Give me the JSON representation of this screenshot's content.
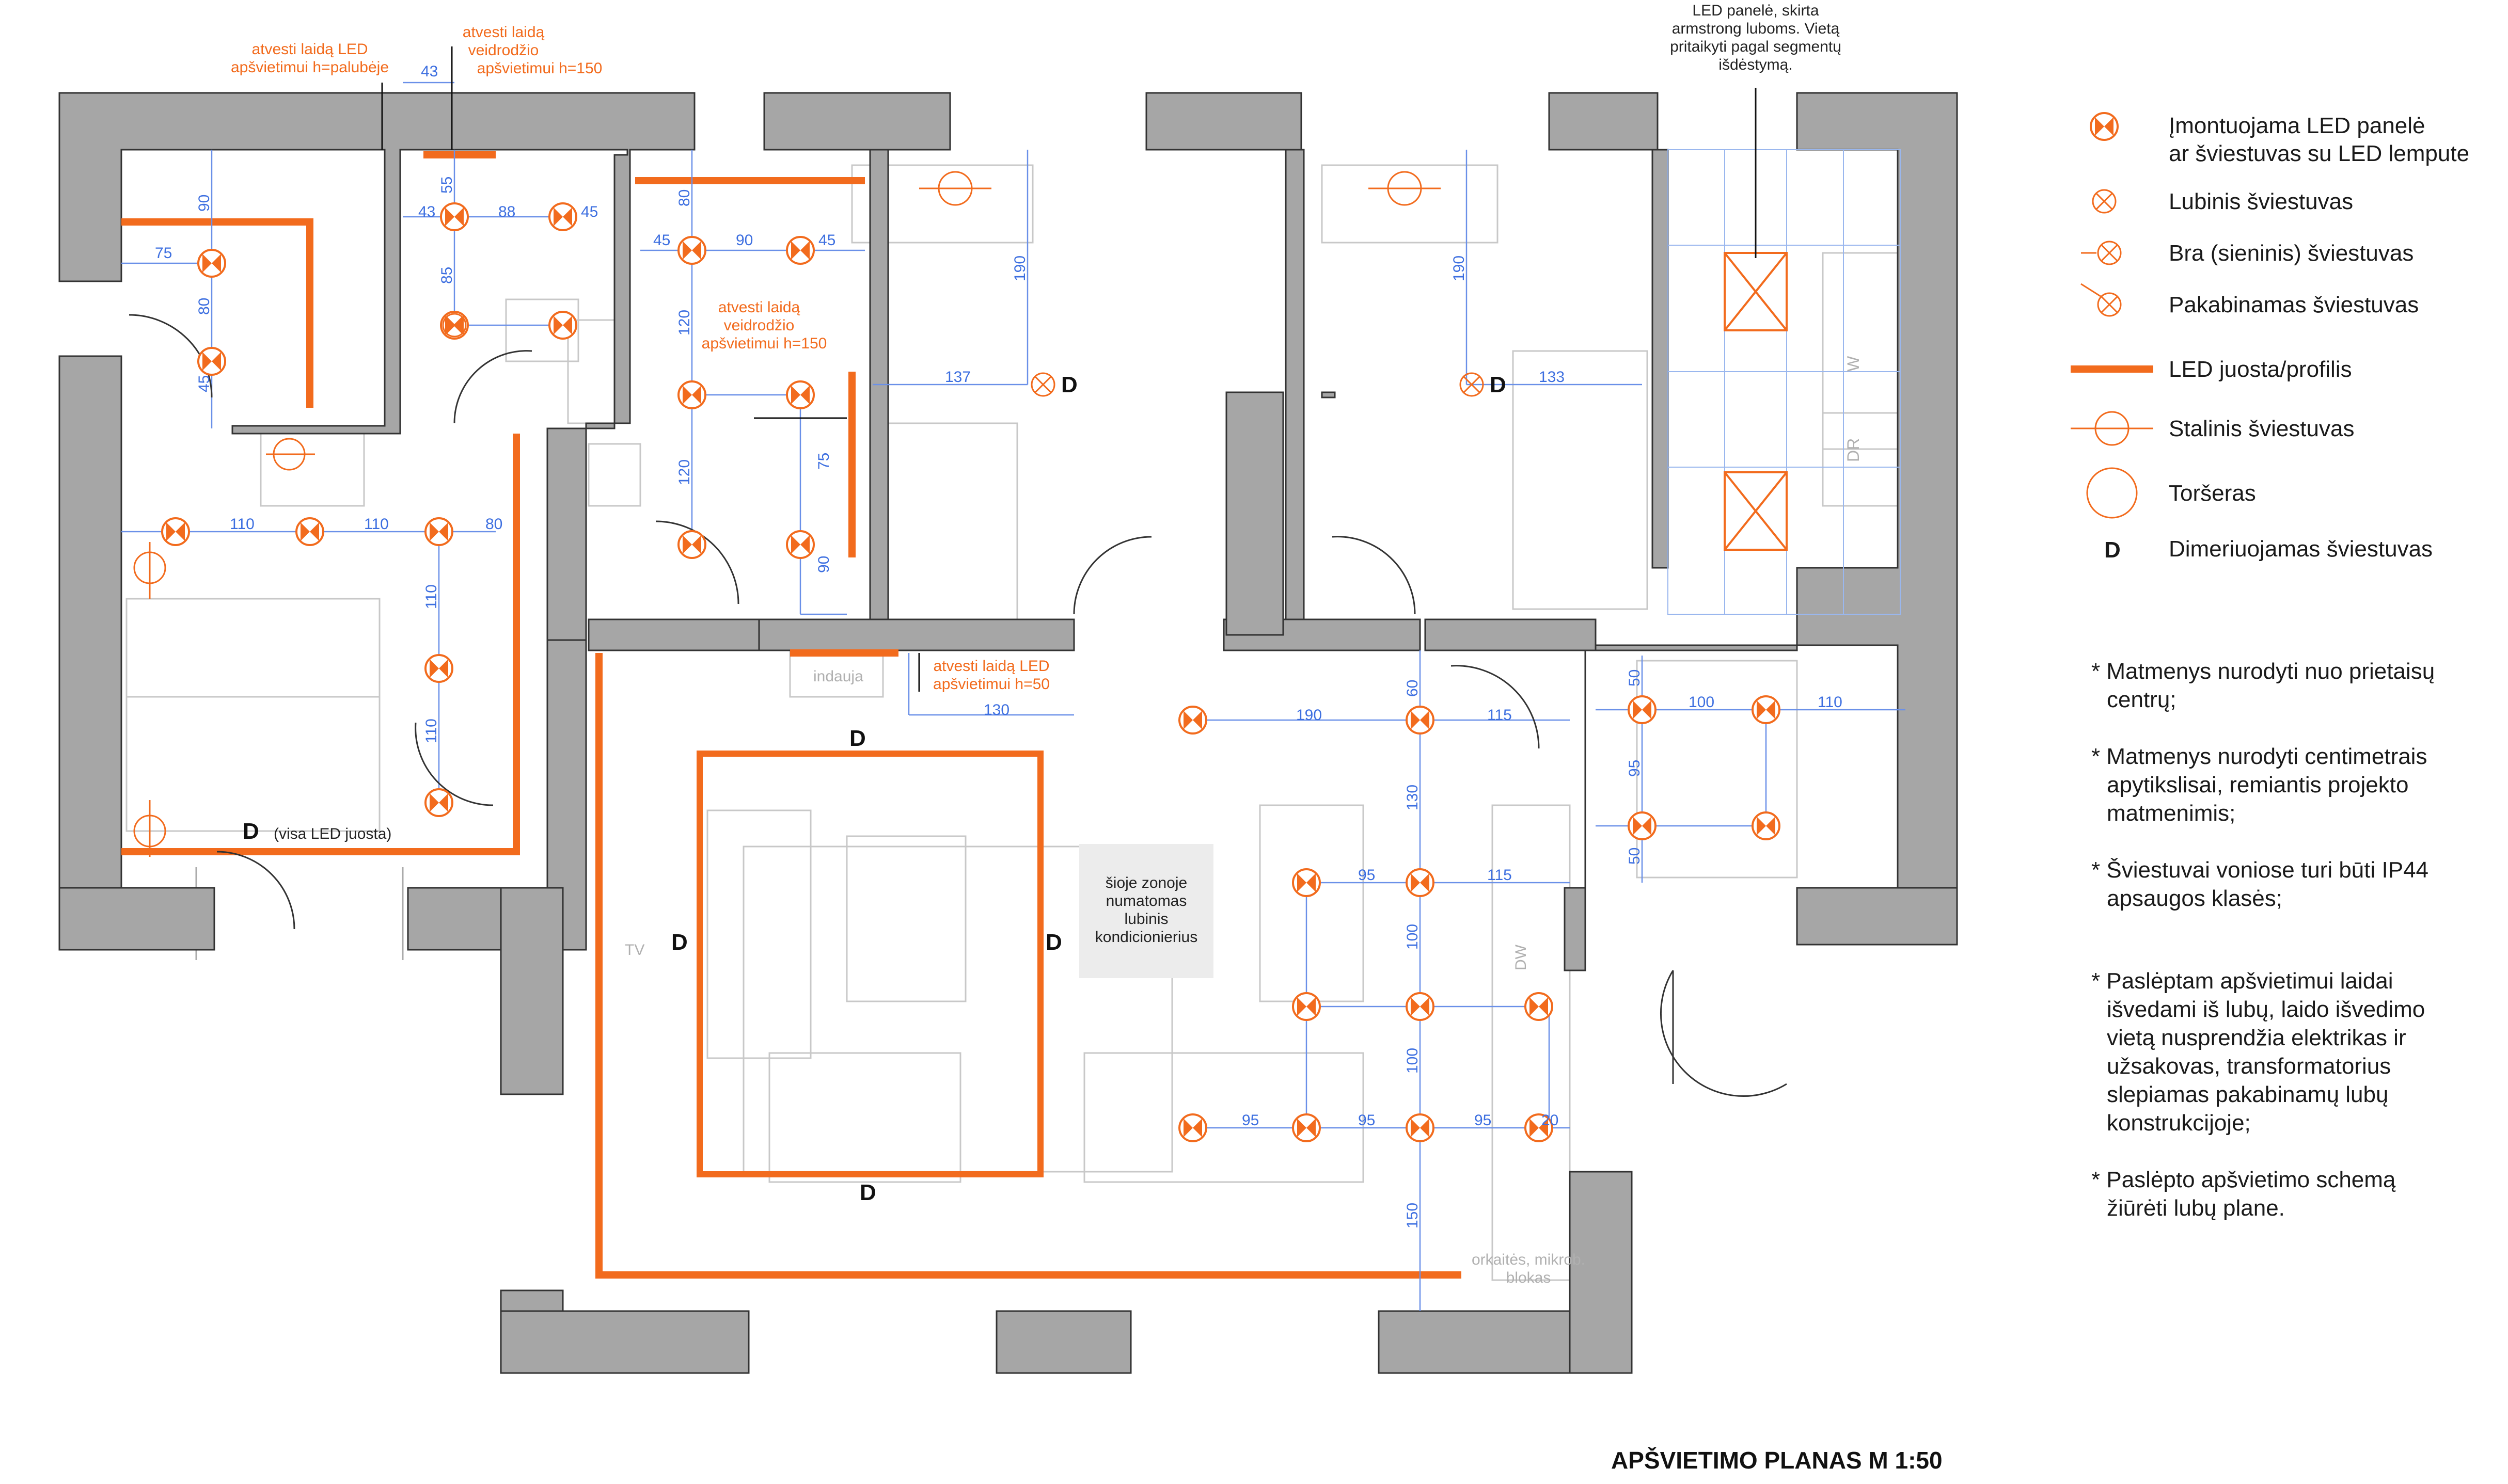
{
  "title": "APŠVIETIMO PLANAS M 1:50",
  "colors": {
    "wall": "#a6a6a6",
    "led": "#f26b1d",
    "dim": "#3d6fe0",
    "furniture": "#c8c8c8",
    "text": "#1a1a1a"
  },
  "legend": [
    {
      "icon": "recessed-led-panel-icon",
      "lines": [
        "Įmontuojama LED panelė",
        "ar šviestuvas su LED lempute"
      ]
    },
    {
      "icon": "ceiling-light-icon",
      "lines": [
        "Lubinis šviestuvas"
      ]
    },
    {
      "icon": "wall-light-icon",
      "lines": [
        "Bra (sieninis) šviestuvas"
      ]
    },
    {
      "icon": "pendant-light-icon",
      "lines": [
        "Pakabinamas šviestuvas"
      ]
    },
    {
      "icon": "led-strip-icon",
      "lines": [
        "LED juosta/profilis"
      ]
    },
    {
      "icon": "table-lamp-icon",
      "lines": [
        "Stalinis šviestuvas"
      ]
    },
    {
      "icon": "floor-lamp-icon",
      "lines": [
        "Toršeras"
      ]
    },
    {
      "icon": "dimmer-icon",
      "lines": [
        "Dimeriuojamas šviestuvas"
      ]
    }
  ],
  "legend_dimmer_letter": "D",
  "notes": [
    [
      "* Matmenys nurodyti nuo prietaisų",
      "centrų;"
    ],
    [
      "* Matmenys nurodyti centimetrais",
      "apytikslisai, remiantis projekto",
      "matmenimis;"
    ],
    [
      "* Šviestuvai voniose turi būti IP44",
      "apsaugos klasės;"
    ],
    [
      "* Paslėptam apšvietimui laidai",
      "išvedami iš lubų, laido išvedimo",
      "vietą nusprendžia elektrikas ir",
      "užsakovas, transformatorius",
      "slepiamas pakabinamų lubų",
      "konstrukcijoje;"
    ],
    [
      "* Paslėpto apšvietimo schemą",
      "žiūrėti lubų plane."
    ]
  ],
  "annotations": {
    "led_mirror_1": [
      "atvesti laidą LED",
      "apšvietimui h=palubėje"
    ],
    "led_mirror_2": [
      "atvesti laidą",
      "veidrodžio",
      "apšvietimui h=150"
    ],
    "led_mirror_3": [
      "atvesti laidą",
      "veidrodžio",
      "apšvietimui h=150"
    ],
    "led_50": [
      "atvesti laidą LED",
      "apšvietimui h=50"
    ],
    "armstrong": [
      "LED panelė, skirta",
      "armstrong luboms. Vietą",
      "pritaikyti pagal segmentų",
      "išdėstymą."
    ],
    "ac": [
      "šioje zonoje",
      "numatomas",
      "lubinis",
      "kondicionierius"
    ],
    "bed_led": "(visa LED juosta)",
    "indauja": "indauja",
    "tv": "TV",
    "dw": "DW",
    "oven": [
      "orkaitės, mikrob.",
      "blokas"
    ],
    "w": "W",
    "dr": "DR"
  },
  "dims": {
    "d43a": "43",
    "d55": "55",
    "d43b": "43",
    "d88": "88",
    "d45a": "45",
    "d85": "85",
    "d90a": "90",
    "d75a": "75",
    "d80a": "80",
    "d45b": "45",
    "d80b": "80",
    "d45c": "45",
    "d90b": "90",
    "d45d": "45",
    "d120a": "120",
    "d120b": "120",
    "d75b": "75",
    "d90c": "90",
    "d190a": "190",
    "d137": "137",
    "d190b": "190",
    "d133": "133",
    "d110a": "110",
    "d110b": "110",
    "d80c": "80",
    "d110c": "110",
    "d110d": "110",
    "d130a": "130",
    "d60": "60",
    "d190c": "190",
    "d115a": "115",
    "d130b": "130",
    "d95a": "95",
    "d115b": "115",
    "d100a": "100",
    "d100b": "100",
    "d150": "150",
    "d95b": "95",
    "d95c": "95",
    "d95d": "95",
    "d20": "20",
    "d50a": "50",
    "d100c": "100",
    "d110e": "110",
    "d95e": "95",
    "d50b": "50"
  },
  "dimmer_labels": [
    "D",
    "D",
    "D",
    "D",
    "D",
    "D",
    "D"
  ]
}
